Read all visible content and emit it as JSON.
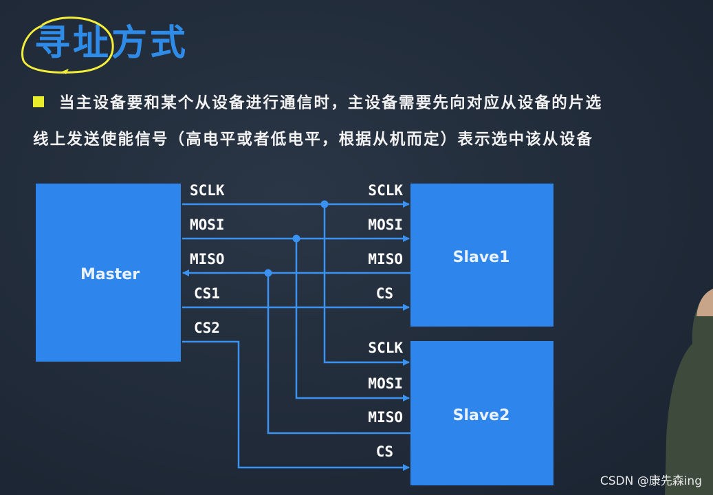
{
  "slide": {
    "title": "寻址方式",
    "bullet_line1": "当主设备要和某个从设备进行通信时，主设备需要先向对应从设备的片选",
    "bullet_line2": "线上发送使能信号（高电平或者低电平，根据从机而定）表示选中该从设备"
  },
  "diagram": {
    "master_label": "Master",
    "slave1_label": "Slave1",
    "slave2_label": "Slave2",
    "master_signals": [
      "SCLK",
      "MOSI",
      "MISO",
      "CS1",
      "CS2"
    ],
    "slave1_signals": [
      "SCLK",
      "MOSI",
      "MISO",
      "CS"
    ],
    "slave2_signals": [
      "SCLK",
      "MOSI",
      "MISO",
      "CS"
    ]
  },
  "watermark": "CSDN @康先森ing",
  "colors": {
    "box": "#2e86ec",
    "wire": "#3a93f2",
    "title": "#2f8be8",
    "bullet": "#e8ec2a",
    "annotation_circle": "#f2ee3a"
  }
}
